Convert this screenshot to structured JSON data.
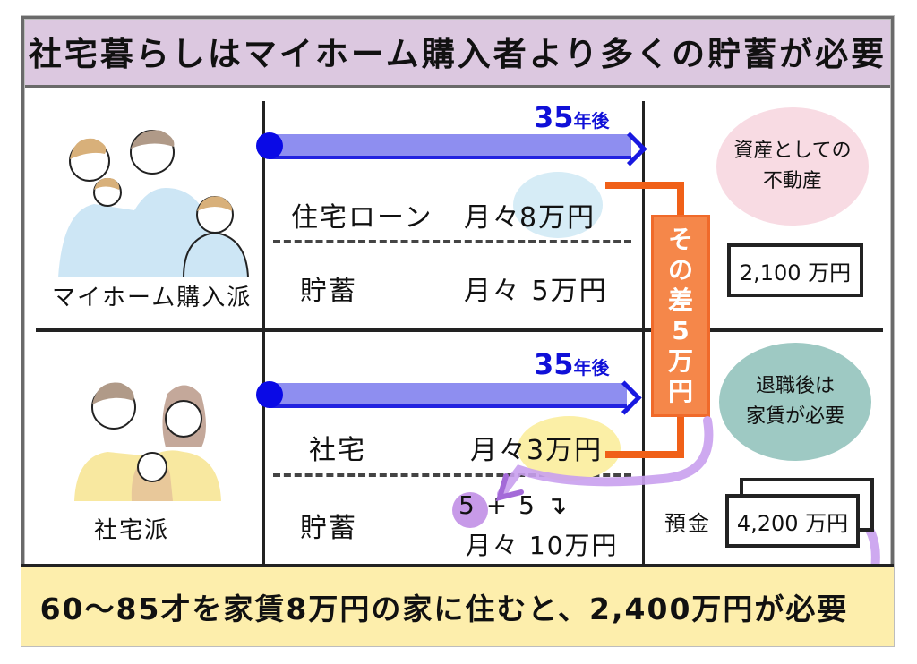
{
  "title": "社宅暮らしはマイホーム購入者より多くの貯蓄が必要",
  "colors": {
    "title_bg": "#dcc8e0",
    "bottom_bg": "#fdeeac",
    "timeline_blue": "#1010d8",
    "difference_orange": "#f5874a",
    "asset_pink": "#f8dbe3",
    "rent_teal": "#9ec9c3",
    "loan_highlight_blue": "#d6ecf6",
    "rent_highlight_yellow": "#fbefa6",
    "purple_arrow": "#b98be6"
  },
  "homeowner": {
    "group_label": "マイホーム購入派",
    "timeline_label_number": "35",
    "timeline_label_suffix": "年後",
    "housing_label": "住宅ローン",
    "housing_amount_prefix": "月々",
    "housing_amount": "8万円",
    "savings_label": "貯蓄",
    "savings_amount": "月々 5万円",
    "asset_bubble_line1": "資産としての",
    "asset_bubble_line2": "不動産",
    "asset_value": "2,100 万円"
  },
  "company_housing": {
    "group_label": "社宅派",
    "timeline_label_number": "35",
    "timeline_label_suffix": "年後",
    "housing_label": "社宅",
    "housing_amount_prefix": "月々",
    "housing_amount": "3万円",
    "savings_label": "貯蓄",
    "savings_formula": "5 + 5 ↴",
    "savings_amount": "月々 10万円",
    "rent_bubble_line1": "退職後は",
    "rent_bubble_line2": "家賃が必要",
    "deposit_label": "預金",
    "deposit_value": "4,200 万円"
  },
  "difference_tag": [
    "そ",
    "の",
    "差",
    "5",
    "万",
    "円"
  ],
  "bottom_note": "60〜85才を家賃8万円の家に住むと、2,400万円が必要"
}
